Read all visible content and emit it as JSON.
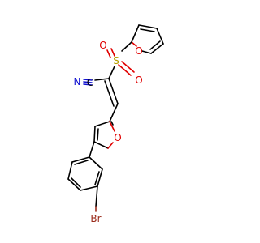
{
  "molecule": {
    "atom_labels": {
      "O_sulfonyl_top": "O",
      "O_sulfonyl_right": "O",
      "S": "S",
      "O_furan_top": "O",
      "O_furan_bottom": "O",
      "N": "N",
      "C_nitrile": "C",
      "Br": "Br"
    },
    "colors": {
      "oxygen": "#e00000",
      "sulfur": "#b8a000",
      "nitrogen": "#1010d0",
      "bromine": "#9a2a1a",
      "carbon": "#000000"
    }
  }
}
